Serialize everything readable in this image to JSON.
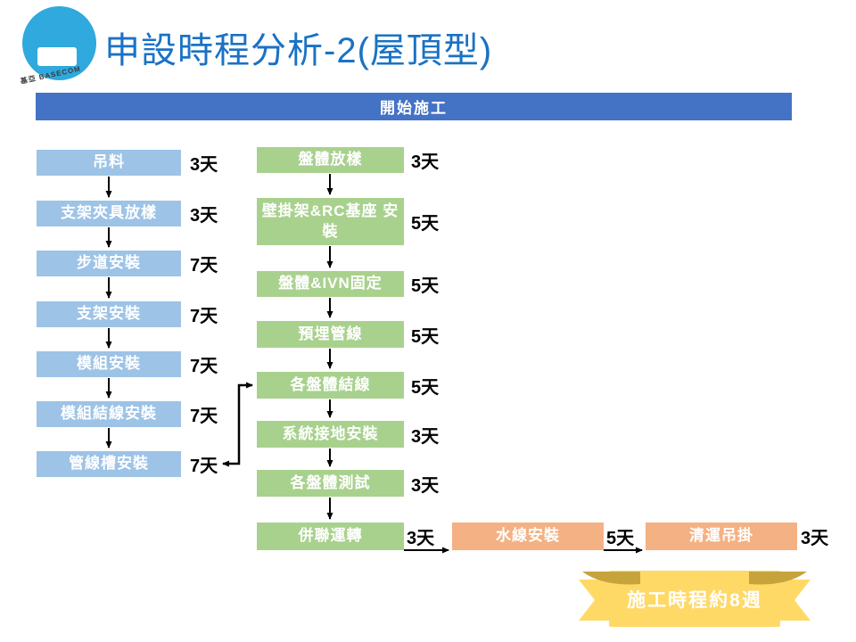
{
  "brand": {
    "name": "基亞 BASECOM"
  },
  "title": "申設時程分析-2(屋頂型)",
  "start_bar": {
    "label": "開始施工"
  },
  "flow": {
    "left_column": [
      {
        "label": "吊料",
        "days": "3天"
      },
      {
        "label": "支架夾具放樣",
        "days": "3天"
      },
      {
        "label": "步道安裝",
        "days": "7天"
      },
      {
        "label": "支架安裝",
        "days": "7天"
      },
      {
        "label": "模組安裝",
        "days": "7天"
      },
      {
        "label": "模組結線安裝",
        "days": "7天"
      },
      {
        "label": "管線槽安裝",
        "days": "7天"
      }
    ],
    "middle_column": [
      {
        "label": "盤體放樣",
        "days": "3天"
      },
      {
        "label": "壁掛架&RC基座 安裝",
        "days": "5天"
      },
      {
        "label": "盤體&IVN固定",
        "days": "5天"
      },
      {
        "label": "預埋管線",
        "days": "5天"
      },
      {
        "label": "各盤體結線",
        "days": "5天"
      },
      {
        "label": "系統接地安裝",
        "days": "3天"
      },
      {
        "label": "各盤體測試",
        "days": "3天"
      },
      {
        "label": "併聯運轉",
        "days": "3天"
      }
    ],
    "tail_row": [
      {
        "label": "水線安裝",
        "days": "5天"
      },
      {
        "label": "清運吊掛",
        "days": "3天"
      }
    ]
  },
  "banner": {
    "label": "施工時程約8週"
  },
  "colors": {
    "title_text": "#1A72C4",
    "start_bar": "#4472C4",
    "left_box": "#9DC3E6",
    "middle_box": "#A9D18E",
    "tail_box": "#F4B183",
    "ribbon": "#FFD966",
    "ribbon_fold": "#C7A33C",
    "logo_circle": "#2FA9DE"
  }
}
